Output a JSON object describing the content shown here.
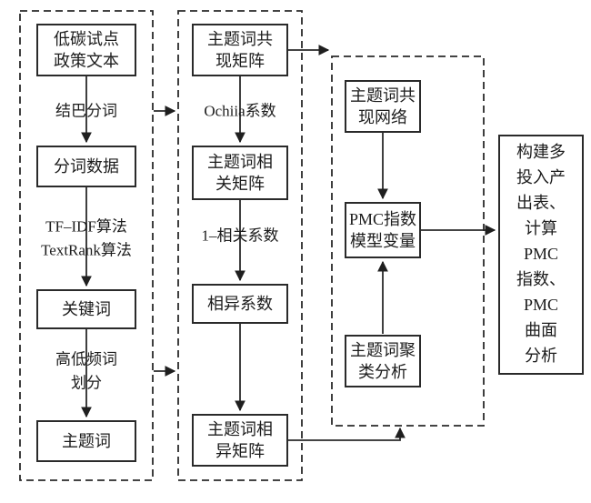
{
  "diagram": {
    "stage1": {
      "policy_text": "低碳试点\n政策文本",
      "jieba_label": "结巴分词",
      "segment_data": "分词数据",
      "algorithm_label": "TF–IDF算法\nTextRank算法",
      "keywords": "关键词",
      "freq_label": "高低频词\n划分",
      "theme_words": "主题词"
    },
    "stage2": {
      "cooccurrence_matrix": "主题词共\n现矩阵",
      "ochiia_label": "Ochiia系数",
      "correlation_matrix": "主题词相\n关矩阵",
      "one_minus_label": "1–相关系数",
      "dissimilarity_coef": "相异系数",
      "dissimilarity_matrix": "主题词相\n异矩阵"
    },
    "stage3": {
      "cooccurrence_network": "主题词共\n现网络",
      "pmc_variables": "PMC指数\n模型变量",
      "cluster_analysis": "主题词聚\n类分析"
    },
    "output": {
      "result": "构建多\n投入产\n出表、\n计算\nPMC\n指数、\nPMC\n曲面\n分析"
    }
  }
}
